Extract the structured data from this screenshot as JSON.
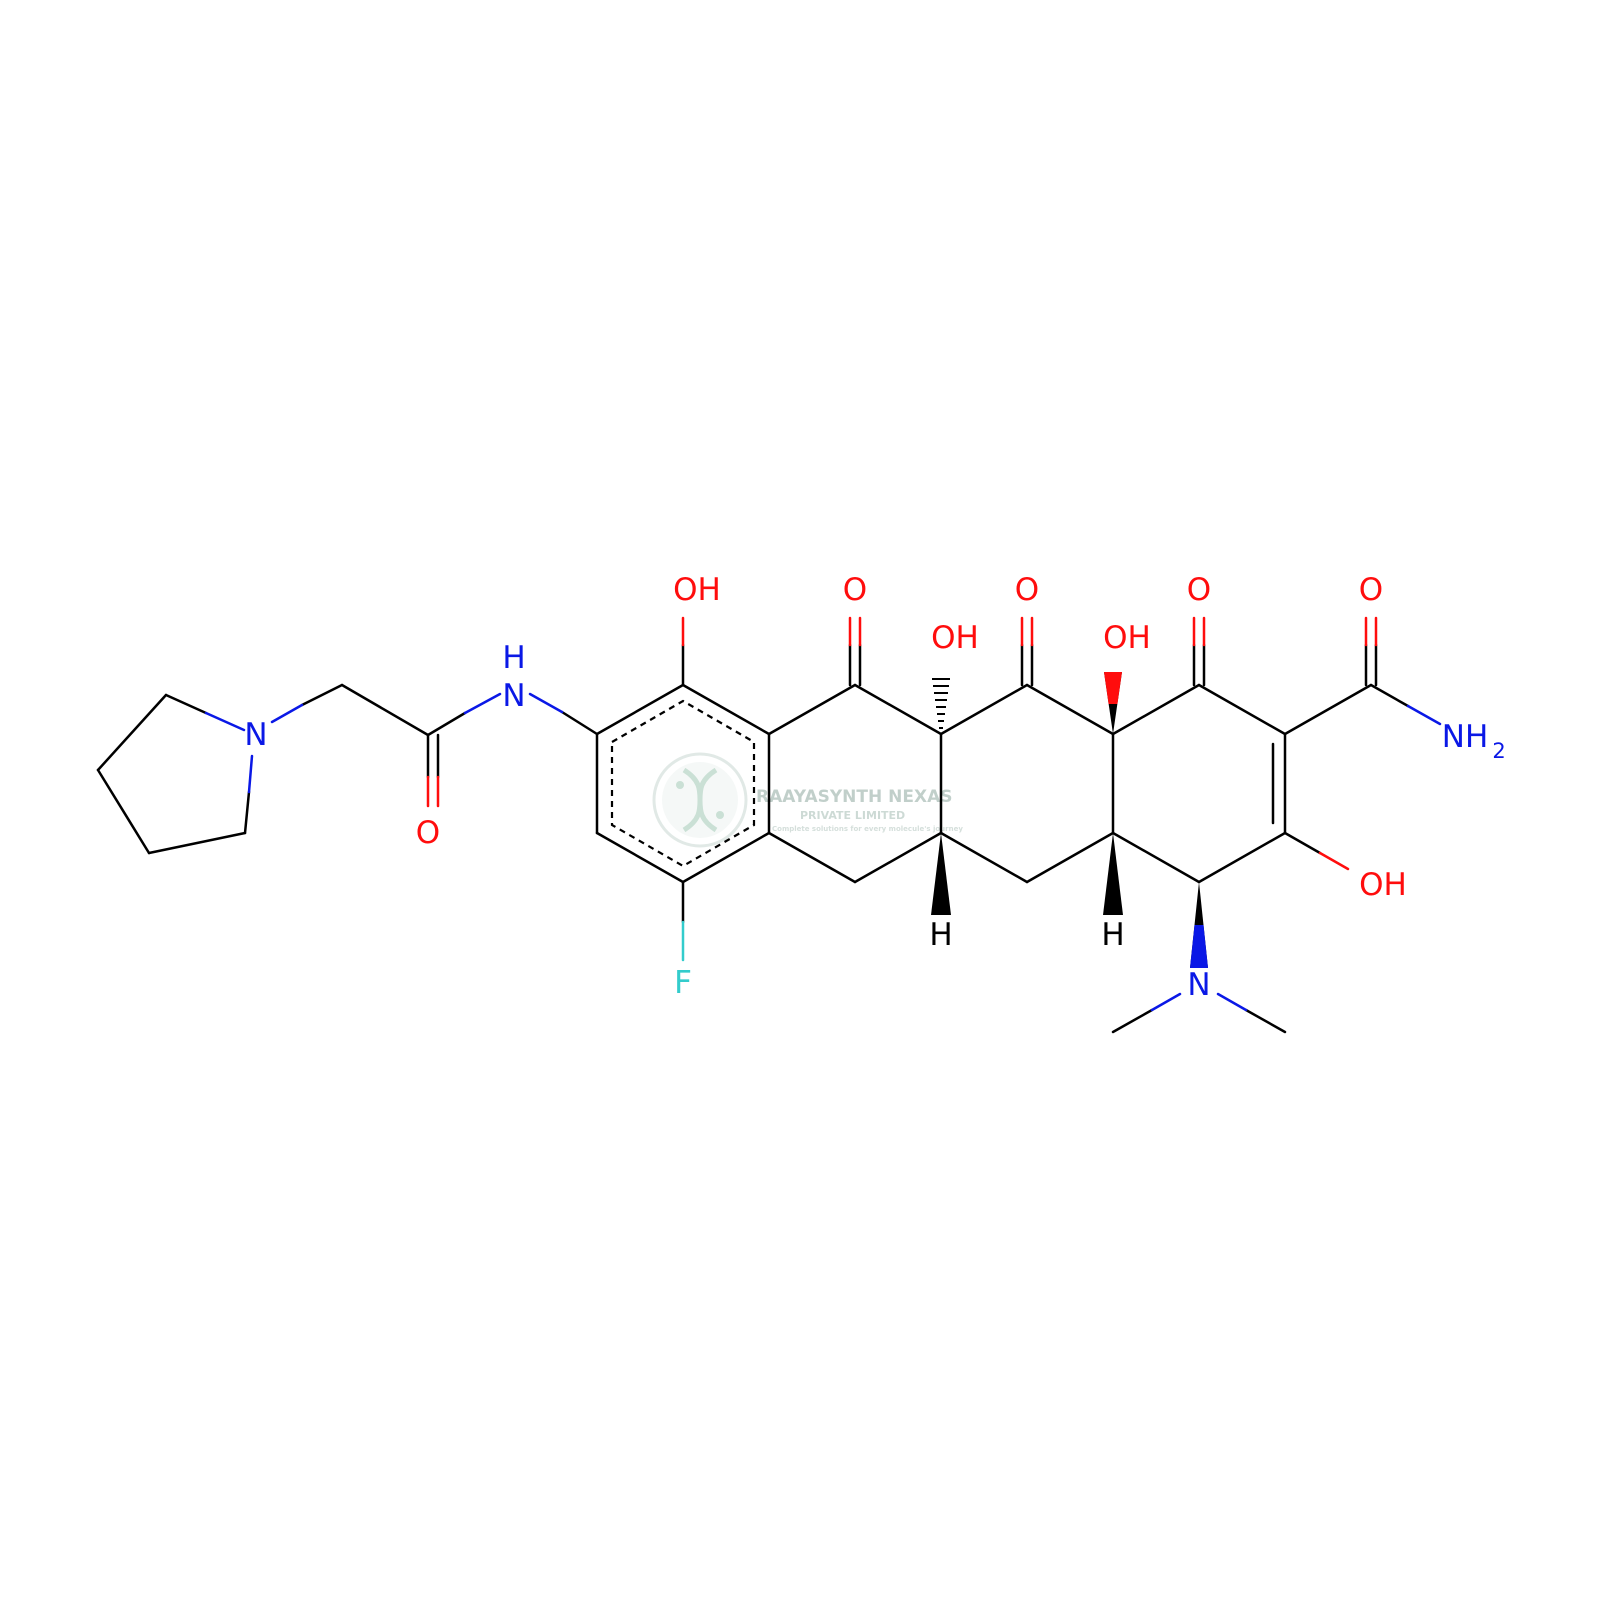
{
  "colors": {
    "bond": "#000000",
    "oxygen": "#ff0d0d",
    "nitrogen": "#0a18e6",
    "fluorine": "#33cccc",
    "wedge_red": "#ff0d0d",
    "wedge_blue": "#0a18e6",
    "watermark": "#9fb7ae"
  },
  "atom_labels": {
    "oh_top_left": "OH",
    "o_ketone_1": "O",
    "oh_ring_junction_1": "OH",
    "o_ketone_2": "O",
    "oh_ring_junction_2": "OH",
    "o_ketone_3": "O",
    "o_amide_carbonyl": "O",
    "amide_nh2_n": "NH",
    "amide_nh2_sub": "2",
    "oh_enol": "OH",
    "n_dimethylamino": "N",
    "h_stereo_1": "H",
    "h_stereo_2": "H",
    "f_fluoro": "F",
    "nh_amide_n": "N",
    "nh_amide_h": "H",
    "o_glycyl_carbonyl": "O",
    "n_pyrrolidine": "N"
  },
  "watermark": {
    "line1": "RAAYASYNTH NEXAS",
    "line2": "PRIVATE LIMITED",
    "line3": "Complete solutions for every molecule's journey",
    "icon": "dna-logo-icon"
  }
}
